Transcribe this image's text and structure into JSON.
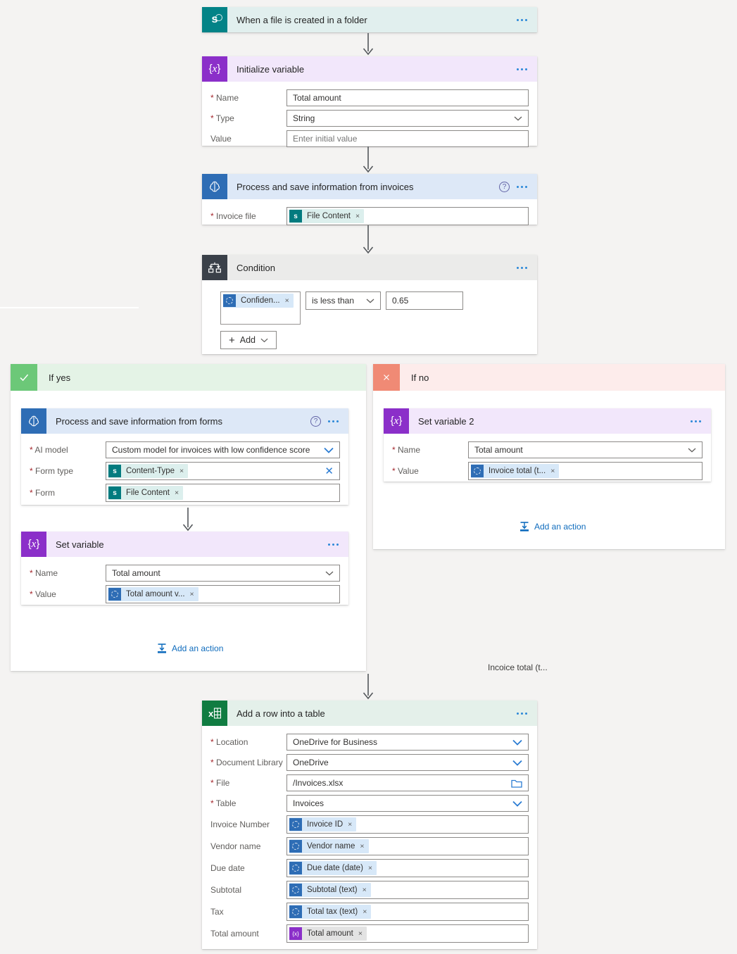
{
  "colors": {
    "canvas_bg": "#f4f3f2",
    "sharepoint_teal": "#038387",
    "variable_purple": "#8b2fc9",
    "ai_builder_blue": "#2e6db5",
    "condition_slate": "#3a4049",
    "if_yes_green": "#6cc878",
    "if_no_red": "#f08a75",
    "excel_green": "#107c41",
    "link_blue": "#0f6cbd",
    "chevron_blue": "#2b7cd3"
  },
  "glyphs": {
    "variable": "{x}",
    "sharepoint": "s",
    "help": "?",
    "remove": "×",
    "excel": "x"
  },
  "trigger": {
    "title": "When a file is created in a folder",
    "icon": "sharepoint"
  },
  "initialize_variable": {
    "title": "Initialize variable",
    "name_label": "Name",
    "name_value": "Total amount",
    "type_label": "Type",
    "type_value": "String",
    "value_label": "Value",
    "value_placeholder": "Enter initial value"
  },
  "process_invoices": {
    "title": "Process and save information from invoices",
    "invoice_file_label": "Invoice file",
    "invoice_file_token": "File Content"
  },
  "condition": {
    "title": "Condition",
    "operand_token": "Confiden...",
    "operator": "is less than",
    "value": "0.65",
    "add_label": "Add"
  },
  "if_yes": {
    "label": "If yes",
    "process_forms": {
      "title": "Process and save information from forms",
      "ai_model_label": "AI model",
      "ai_model_value": "Custom model for invoices with low confidence score",
      "form_type_label": "Form type",
      "form_type_token": "Content-Type",
      "form_label": "Form",
      "form_token": "File Content"
    },
    "set_variable": {
      "title": "Set variable",
      "name_label": "Name",
      "name_value": "Total amount",
      "value_label": "Value",
      "value_token": "Total amount v..."
    },
    "add_action_label": "Add an action"
  },
  "if_no": {
    "label": "If no",
    "set_variable_2": {
      "title": "Set variable 2",
      "name_label": "Name",
      "name_value": "Total amount",
      "value_label": "Value",
      "value_token": "Invoice total (t..."
    },
    "add_action_label": "Add an action"
  },
  "floating_token_text": "Incoice total (t...",
  "add_row": {
    "title": "Add a row into a table",
    "rows": [
      {
        "label": "Location",
        "value": "OneDrive for Business"
      },
      {
        "label": "Document Library",
        "value": "OneDrive"
      },
      {
        "label": "File",
        "value": "/Invoices.xlsx"
      },
      {
        "label": "Table",
        "value": "Invoices"
      },
      {
        "label": "Invoice Number",
        "value": "Invoice ID"
      },
      {
        "label": "Vendor name",
        "value": "Vendor name"
      },
      {
        "label": "Due date",
        "value": "Due date (date)"
      },
      {
        "label": "Subtotal",
        "value": "Subtotal (text)"
      },
      {
        "label": "Tax",
        "value": "Total tax (text)"
      },
      {
        "label": "Total amount",
        "value": "Total amount"
      }
    ]
  }
}
